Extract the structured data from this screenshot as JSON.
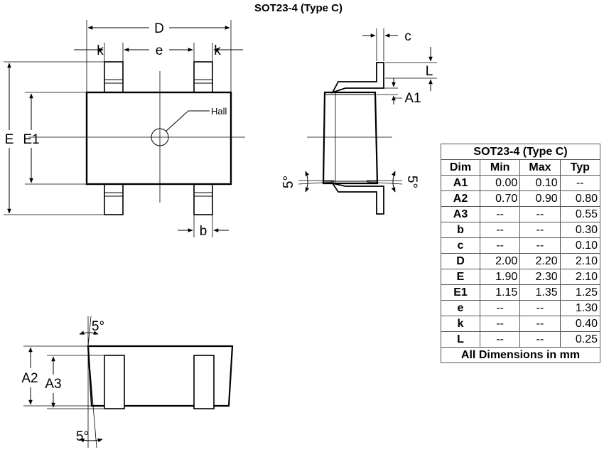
{
  "title": "SOT23-4 (Type C)",
  "labels": {
    "D": "D",
    "e": "e",
    "k_left": "k",
    "k_right": "k",
    "E": "E",
    "E1": "E1",
    "hall": "Hall",
    "b": "b",
    "c": "c",
    "L": "L",
    "A1": "A1",
    "angle_left": "5°",
    "angle_right": "5°",
    "angle_top": "5°",
    "angle_bottom": "5°",
    "A2": "A2",
    "A3": "A3"
  },
  "table": {
    "title": "SOT23-4 (Type C)",
    "headers": [
      "Dim",
      "Min",
      "Max",
      "Typ"
    ],
    "rows": [
      [
        "A1",
        "0.00",
        "0.10",
        "--"
      ],
      [
        "A2",
        "0.70",
        "0.90",
        "0.80"
      ],
      [
        "A3",
        "--",
        "--",
        "0.55"
      ],
      [
        "b",
        "--",
        "--",
        "0.30"
      ],
      [
        "c",
        "--",
        "--",
        "0.10"
      ],
      [
        "D",
        "2.00",
        "2.20",
        "2.10"
      ],
      [
        "E",
        "1.90",
        "2.30",
        "2.10"
      ],
      [
        "E1",
        "1.15",
        "1.35",
        "1.25"
      ],
      [
        "e",
        "--",
        "--",
        "1.30"
      ],
      [
        "k",
        "--",
        "--",
        "0.40"
      ],
      [
        "L",
        "--",
        "--",
        "0.25"
      ]
    ],
    "footer": "All Dimensions in mm"
  }
}
